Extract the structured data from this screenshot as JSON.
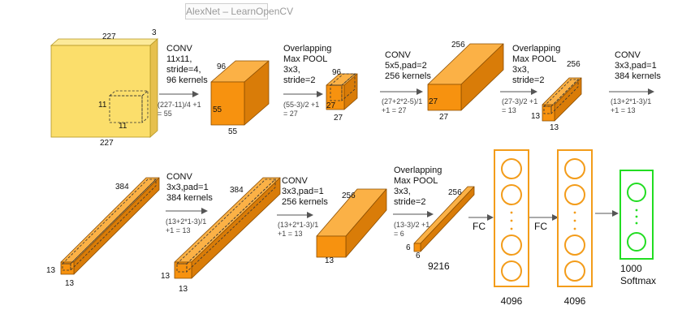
{
  "watermark": "AlexNet – LearnOpenCV",
  "colors": {
    "input_face": "#fbde6b",
    "input_top": "#fcea9a",
    "input_side": "#e6c04e",
    "block_front": "#f7920f",
    "block_top": "#fbb146",
    "block_side": "#d97c08",
    "block_edge": "#8a4d00",
    "fc_stroke": "#f39c1a",
    "softmax_stroke": "#22dd22",
    "arrow": "#555555",
    "text": "#111111",
    "formula": "#444444"
  },
  "input": {
    "width": "227",
    "height": "227",
    "depth": "3",
    "kernel": "11",
    "kernel2": "11"
  },
  "blocks": [
    {
      "front_label": "55",
      "bottom_label": "55",
      "top_label": "96"
    },
    {
      "front_label": "27",
      "bottom_label": "27",
      "top_label": "96"
    },
    {
      "front_label": "27",
      "bottom_label": "27",
      "top_label": "256"
    },
    {
      "front_label": "13",
      "bottom_label": "13",
      "top_label": "256"
    },
    {
      "front_label": "13",
      "bottom_label": "13",
      "top_label": "384"
    },
    {
      "front_label": "13",
      "bottom_label": "13",
      "top_label": "384"
    },
    {
      "front_label": "",
      "bottom_label": "13",
      "top_label": "256"
    },
    {
      "front_label": "6",
      "bottom_label": "6",
      "top_label": "256"
    }
  ],
  "ops": [
    {
      "lines": [
        "CONV",
        "11x11,",
        "stride=4,",
        "96 kernels"
      ],
      "formula": [
        "(227-11)/4 +1",
        "= 55"
      ]
    },
    {
      "lines": [
        "Overlapping",
        "Max POOL",
        "3x3,",
        "stride=2"
      ],
      "formula": [
        "(55-3)/2 +1",
        "= 27"
      ]
    },
    {
      "lines": [
        "CONV",
        "5x5,pad=2",
        "256 kernels"
      ],
      "formula": [
        "(27+2*2-5)/1",
        "+1  = 27"
      ]
    },
    {
      "lines": [
        "Overlapping",
        "Max POOL",
        "3x3,",
        "stride=2"
      ],
      "formula": [
        "(27-3)/2 +1",
        "= 13"
      ]
    },
    {
      "lines": [
        "CONV",
        "3x3,pad=1",
        "384 kernels"
      ],
      "formula": [
        "(13+2*1-3)/1",
        "+1  = 13"
      ]
    },
    {
      "lines": [
        "CONV",
        "3x3,pad=1",
        "384 kernels"
      ],
      "formula": [
        "(13+2*1-3)/1",
        "+1  = 13"
      ]
    },
    {
      "lines": [
        "CONV",
        "3x3,pad=1",
        "256 kernels"
      ],
      "formula": [
        "(13+2*1-3)/1",
        "+1  = 13"
      ]
    },
    {
      "lines": [
        "Overlapping",
        "Max POOL",
        "3x3,",
        "stride=2"
      ],
      "formula": [
        "(13-3)/2 +1",
        "= 6"
      ]
    }
  ],
  "flatten_label": "9216",
  "fc_label": "FC",
  "fc_layers": [
    {
      "size": "4096"
    },
    {
      "size": "4096"
    }
  ],
  "softmax": {
    "size": "1000",
    "label": "Softmax"
  }
}
